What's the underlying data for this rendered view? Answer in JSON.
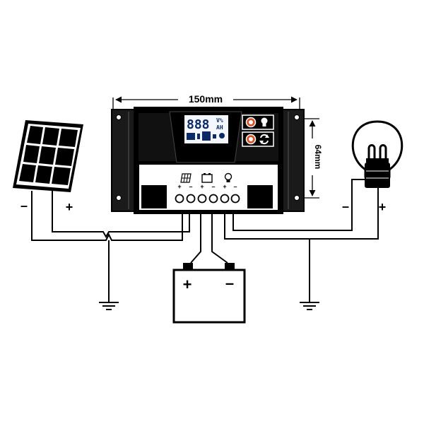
{
  "dimensions": {
    "width_label": "150mm",
    "height_label": "64mm"
  },
  "solar_panel": {
    "minus": "–",
    "plus": "+"
  },
  "load_lamp": {
    "minus": "–",
    "plus": "+"
  },
  "battery": {
    "plus": "+",
    "minus": "–"
  },
  "controller": {
    "lcd_digits": "888",
    "lcd_units_top": "V%",
    "lcd_units_bottom": "AH",
    "terminal_polarity": [
      "+",
      "–",
      "+",
      "–",
      "+",
      "–"
    ]
  },
  "icons": [
    "solar-panel-icon",
    "battery-icon",
    "bulb-icon",
    "menu-bulb-icon",
    "cycle-arrows-icon",
    "ground-icon"
  ],
  "colors": {
    "line": "#000000",
    "lcd_bg": "#f4f7ff",
    "lcd_text": "#0b2a66",
    "button": "#d6542c"
  }
}
